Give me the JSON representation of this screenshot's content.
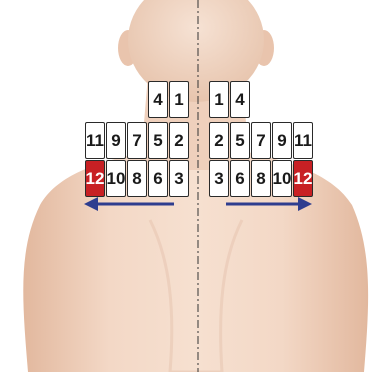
{
  "colors": {
    "skin": "#f2d8c6",
    "skin_shadow": "#e3b99f",
    "cell_border": "#2a2a2a",
    "highlight": "#c82024",
    "arrow": "#2e3d8f",
    "midline": "#333333"
  },
  "left": {
    "row1": [
      "4",
      "1"
    ],
    "row2": [
      "11",
      "9",
      "7",
      "5",
      "2"
    ],
    "row3": [
      "12",
      "10",
      "8",
      "6",
      "3"
    ]
  },
  "right": {
    "row1": [
      "1",
      "4"
    ],
    "row2": [
      "2",
      "5",
      "7",
      "9",
      "11"
    ],
    "row3": [
      "3",
      "6",
      "8",
      "10",
      "12"
    ]
  },
  "highlighted": [
    "12"
  ],
  "arrows": {
    "left": "arrow-left",
    "right": "arrow-right"
  }
}
